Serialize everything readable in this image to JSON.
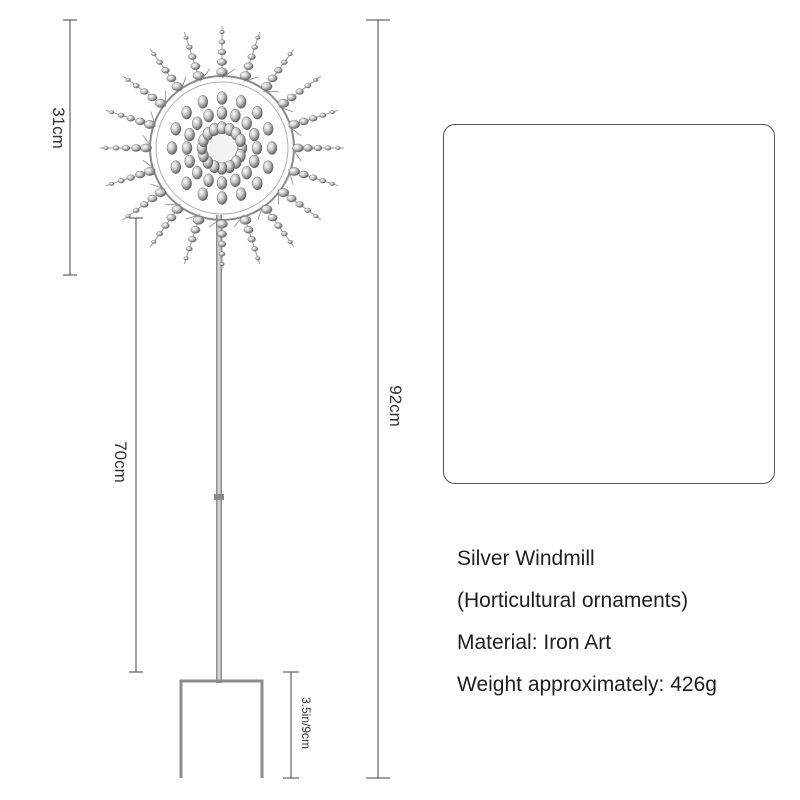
{
  "product": {
    "specs": [
      "Silver Windmill",
      "(Horticultural ornaments)",
      "Material: Iron Art",
      "Weight approximately: 426g"
    ]
  },
  "dimensions": {
    "spinner_diameter": "31cm",
    "total_height": "92cm",
    "stake_length": "70cm",
    "ground_spike": "3.5in/9cm"
  },
  "colors": {
    "metal": "#9a9a9a",
    "dimension_line": "#444444",
    "frame": "#555555"
  }
}
